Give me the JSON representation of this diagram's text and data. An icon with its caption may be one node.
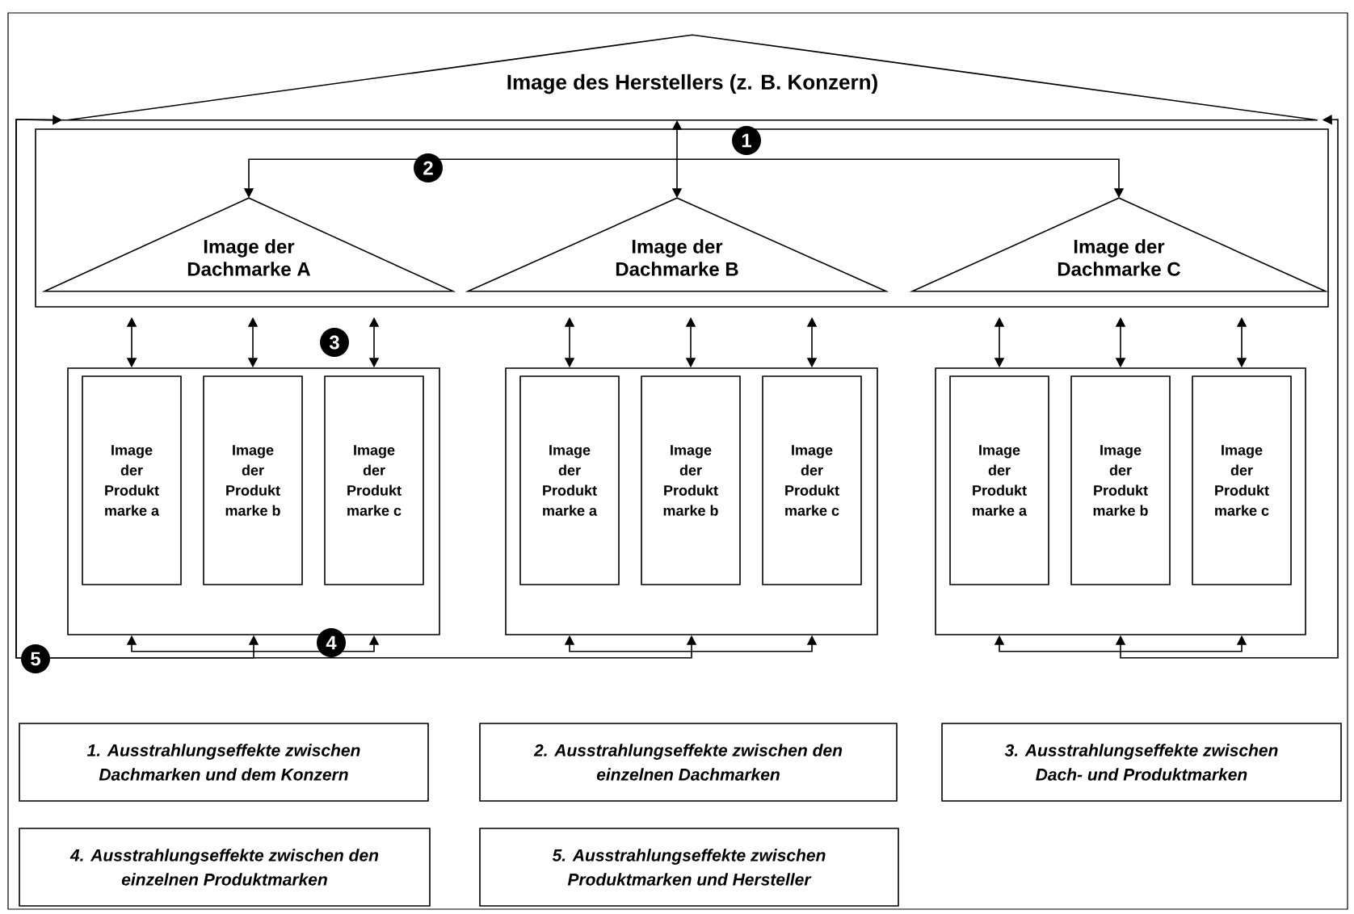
{
  "diagram": {
    "nodes": [
      {
        "text": [
          "Image des Herstellers (z. B. Konzern)"
        ]
      },
      {
        "text": [],
        "shape": "box"
      },
      {
        "text": [
          "Image der Dachmarke A"
        ],
        "in": 1
      },
      {
        "text": [
          "Image der Dachmarke B"
        ],
        "in": 1
      },
      {
        "text": [
          "Image der Dachmarke C"
        ],
        "in": 1
      },
      {
        "text": [],
        "shape": "box"
      },
      {
        "text": [
          "Image der Produkt marke a"
        ],
        "in": 5
      },
      {
        "text": [
          "Image der Produkt marke b"
        ],
        "in": 5
      },
      {
        "text": [
          "Image der Produkt marke c"
        ],
        "in": 5
      },
      {
        "text": [],
        "shape": "box"
      },
      {
        "text": [
          "Image der Produkt marke a"
        ],
        "in": 9
      },
      {
        "text": [
          "Image der Produkt marke b"
        ],
        "in": 9
      },
      {
        "text": [
          "Image der Produkt marke c"
        ],
        "in": 9
      },
      {
        "text": [],
        "shape": "box"
      },
      {
        "text": [
          "Image der Produkt marke a"
        ],
        "in": 13
      },
      {
        "text": [
          "Image der Produkt marke b"
        ],
        "in": 13
      },
      {
        "text": [
          "Image der Produkt marke c"
        ],
        "in": 13
      },
      {
        "text": [
          "1. Ausstrahlungseffekte zwischen Dachmarken und dem Konzern"
        ]
      },
      {
        "text": [
          "2. Ausstrahlungseffekte zwischen den einzelnen Dachmarken"
        ]
      },
      {
        "text": [
          "3. Ausstrahlungseffekte zwischen Dach- und Produktmarken"
        ]
      },
      {
        "text": [
          "4. Ausstrahlungseffekte zwischen den einzelnen Produktmarken"
        ]
      },
      {
        "text": [
          "5. Ausstrahlungseffekte zwischen Produktmarken und Hersteller"
        ]
      }
    ],
    "edges": [
      {
        "from": 0,
        "to": 3,
        "arrow": "both"
      },
      {
        "from": 2,
        "to": 4,
        "arrow": "both"
      },
      {
        "from": 2,
        "to": 6,
        "arrow": "both"
      },
      {
        "from": 2,
        "to": 7,
        "arrow": "both"
      },
      {
        "from": 2,
        "to": 8,
        "arrow": "both"
      },
      {
        "from": 3,
        "to": 10,
        "arrow": "both"
      },
      {
        "from": 3,
        "to": 11,
        "arrow": "both"
      },
      {
        "from": 3,
        "to": 12,
        "arrow": "both"
      },
      {
        "from": 4,
        "to": 14,
        "arrow": "both"
      },
      {
        "from": 4,
        "to": 15,
        "arrow": "both"
      },
      {
        "from": 4,
        "to": 16,
        "arrow": "both"
      },
      {
        "from": 6,
        "to": 8,
        "arrow": "both"
      },
      {
        "from": 10,
        "to": 12,
        "arrow": "both"
      },
      {
        "from": 14,
        "to": 16,
        "arrow": "both"
      },
      {
        "from": 5,
        "to": 0,
        "arrow": "both"
      },
      {
        "from": 0,
        "to": 9,
        "arrow": "to"
      },
      {
        "from": 13,
        "to": 0,
        "arrow": "both"
      }
    ],
    "labels": [
      "1",
      "2",
      "3",
      "4",
      "5"
    ]
  }
}
